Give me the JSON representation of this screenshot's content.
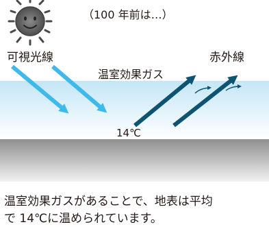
{
  "header_note": "（100 年前は…）",
  "labels": {
    "visible_light": "可視光線",
    "infrared": "赤外線",
    "greenhouse_gas": "温室効果ガス",
    "surface_temperature": "14℃"
  },
  "caption": {
    "line1": "温室効果ガスがあることで、地表は平均",
    "line2": "で 14℃に温められています。"
  },
  "icons": {
    "sun": "sun-icon"
  },
  "colors": {
    "visible_light_arrow": "#3fb8ea",
    "infrared_arrow": "#0e5470",
    "atmosphere_top": "#c4e6f6",
    "ground_top": "#8f8f8f",
    "sun_face": "#646464"
  }
}
